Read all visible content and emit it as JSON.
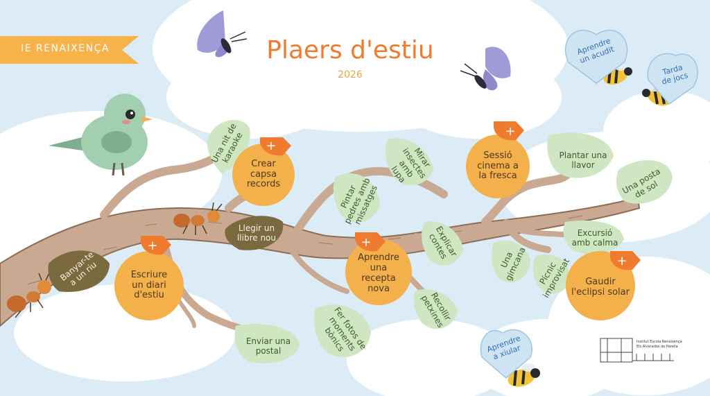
{
  "badge": {
    "label": "IE RENAIXENÇA"
  },
  "header": {
    "title": "Plaers d'estiu",
    "year": "2026"
  },
  "circles": [
    {
      "label": "Crear\ncapsa\nrecords"
    },
    {
      "label": "Sessió\ncinema a\nla fresca"
    },
    {
      "label": "Escriure\nun diari\nd'estiu"
    },
    {
      "label": "Aprendre\nuna\nrecepta\nnova"
    },
    {
      "label": "Gaudir\nl'eclipsi solar"
    }
  ],
  "leaves": [
    {
      "label": "Una nit de\nkaraoke"
    },
    {
      "label": "Mirar\ninsectes amb\nlupa"
    },
    {
      "label": "Pintar\npedres amb\nmissatges"
    },
    {
      "label": "Plantar una\nllavor"
    },
    {
      "label": "Una posta\nde sol"
    },
    {
      "label": "Llegir un\nllibre nou"
    },
    {
      "label": "Banyar-te\na un riu"
    },
    {
      "label": "Explicar\ncontes"
    },
    {
      "label": "Excursió\namb calma"
    },
    {
      "label": "Una\ngimcana"
    },
    {
      "label": "Pícnic\nimprovisat"
    },
    {
      "label": "Recollir\npetxines"
    },
    {
      "label": "Fer fotos de\nmoments\nbònics"
    },
    {
      "label": "Enviar una\npostal"
    }
  ],
  "bees": [
    {
      "label": "Aprendre\nun acudit"
    },
    {
      "label": "Tarda\nde jocs"
    },
    {
      "label": "Aprendre\na xiular"
    }
  ],
  "logo": {
    "name": "Institut Escola Renaixença",
    "subtitle": "Els Alvarados de Parella"
  },
  "colors": {
    "orange": "#f07a2e",
    "circle": "#f4b04a",
    "leaf": "#cfe6c3",
    "branch": "#c9a991",
    "heart": "#cfe4f3"
  }
}
